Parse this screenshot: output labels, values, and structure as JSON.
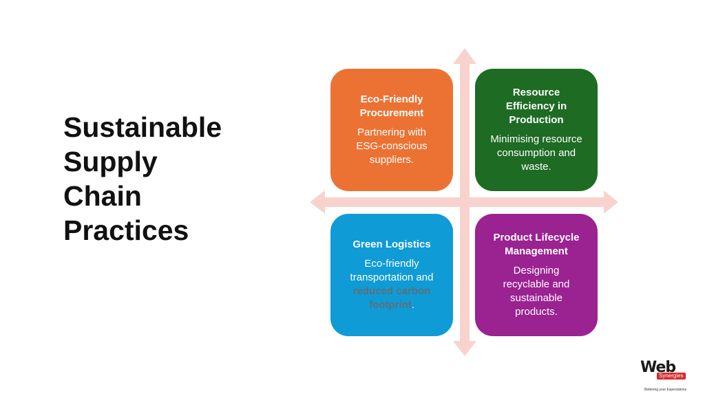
{
  "title": "Sustainable\nSupply\nChain\nPractices",
  "colors": {
    "arrow": "#f8d3cd",
    "eco_procurement": "#ec7233",
    "resource_efficiency": "#1e6b24",
    "green_logistics": "#0f9bd6",
    "lifecycle": "#9a2291"
  },
  "quadrants": {
    "top_left": {
      "heading": "Eco-Friendly Procurement",
      "body": "Partnering with ESG-conscious suppliers."
    },
    "top_right": {
      "heading": "Resource Efficiency in Production",
      "body": "Minimising resource consumption and waste."
    },
    "bottom_left": {
      "heading": "Green Logistics",
      "body_start": "Eco-friendly transportation and ",
      "body_highlight": "reduced carbon footprint",
      "body_end": "."
    },
    "bottom_right": {
      "heading": "Product Lifecycle Management",
      "body": "Designing recyclable and sustainable products."
    }
  },
  "logo": {
    "wordmark": "Web",
    "badge": "Synergies",
    "tagline": "Bettering your Expectations"
  }
}
